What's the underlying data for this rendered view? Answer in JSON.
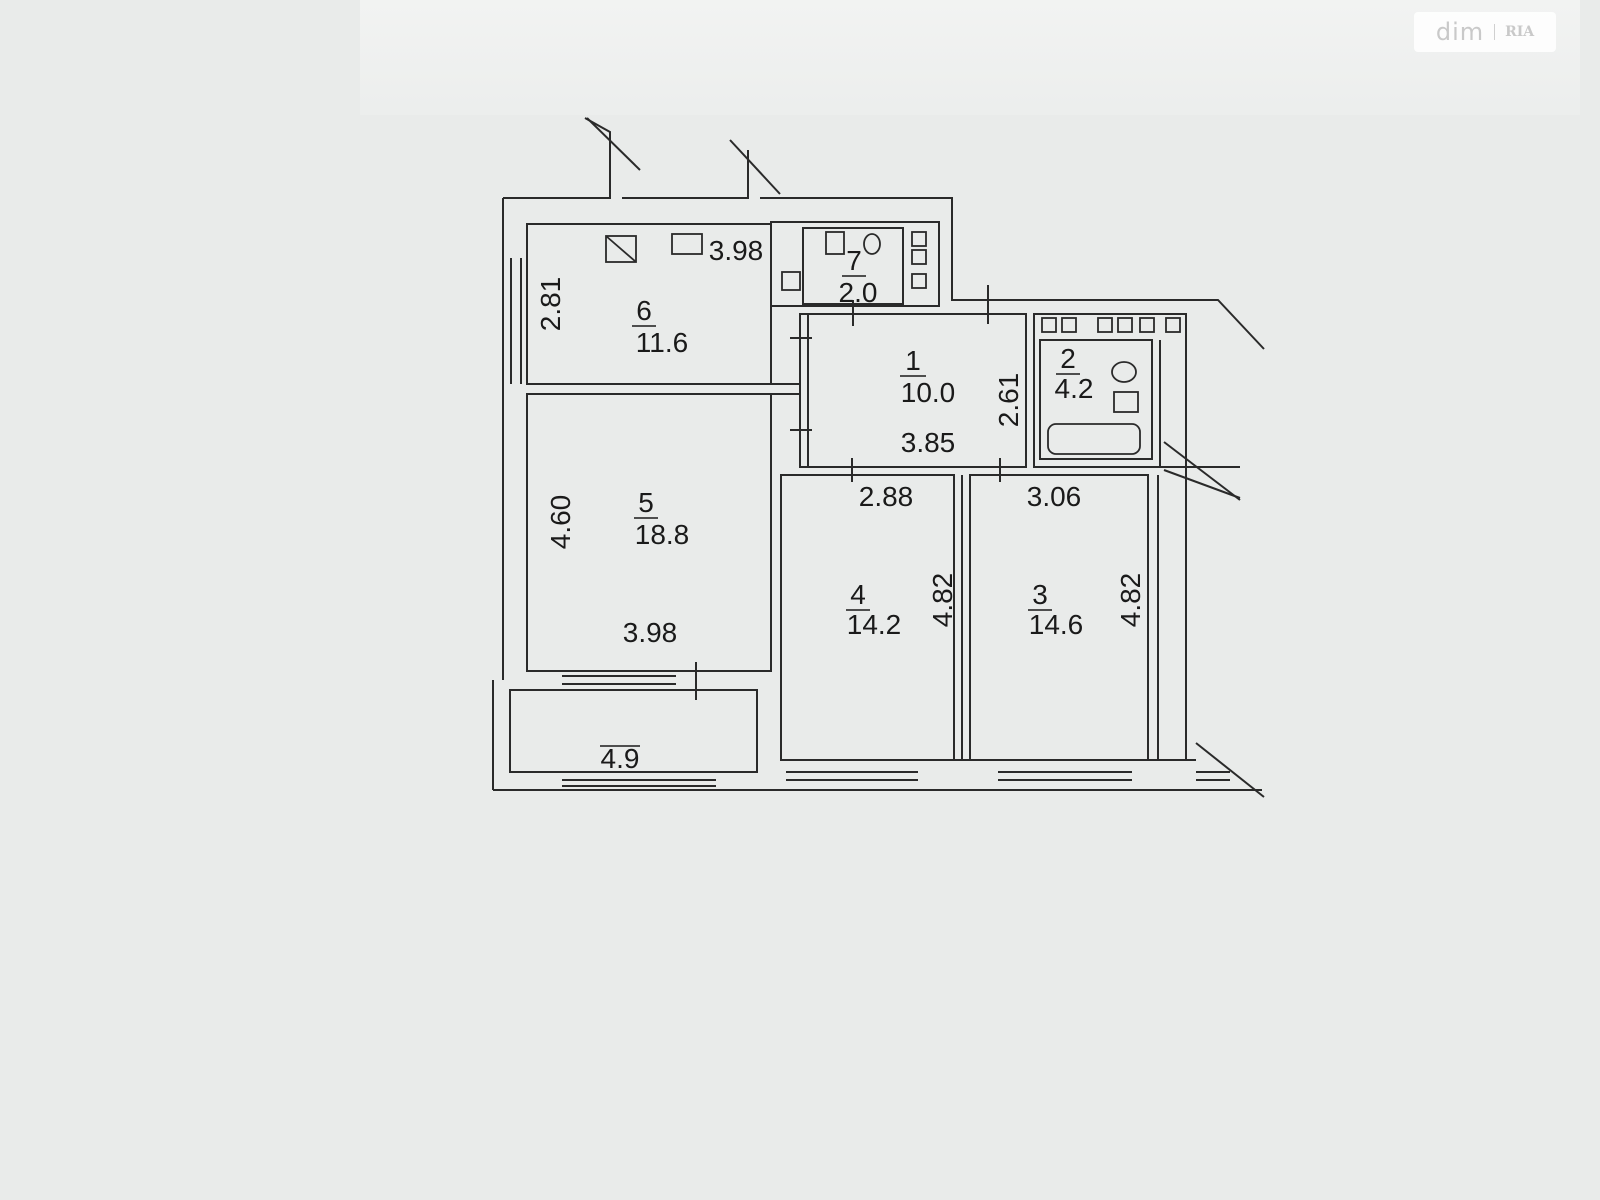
{
  "watermark": {
    "brand": "dim",
    "brand_sub": "RIA"
  },
  "rooms": [
    {
      "number": "6",
      "area": "11.6"
    },
    {
      "number": "7",
      "area": "2.0"
    },
    {
      "number": "1",
      "area": "10.0"
    },
    {
      "number": "2",
      "area": "4.2"
    },
    {
      "number": "5",
      "area": "18.8"
    },
    {
      "number": "4",
      "area": "14.2"
    },
    {
      "number": "3",
      "area": "14.6"
    }
  ],
  "balcony": {
    "area": "4.9"
  },
  "dimensions": {
    "room6_width": "3.98",
    "room6_height": "2.81",
    "room1_height": "2.61",
    "room1_width": "3.85",
    "room5_height": "4.60",
    "room5_width": "3.98",
    "room4_width": "2.88",
    "room4_height": "4.82",
    "room3_width": "3.06",
    "room3_height": "4.82"
  },
  "colors": {
    "background": "#e9ebea",
    "lines": "#2a2a2a"
  }
}
